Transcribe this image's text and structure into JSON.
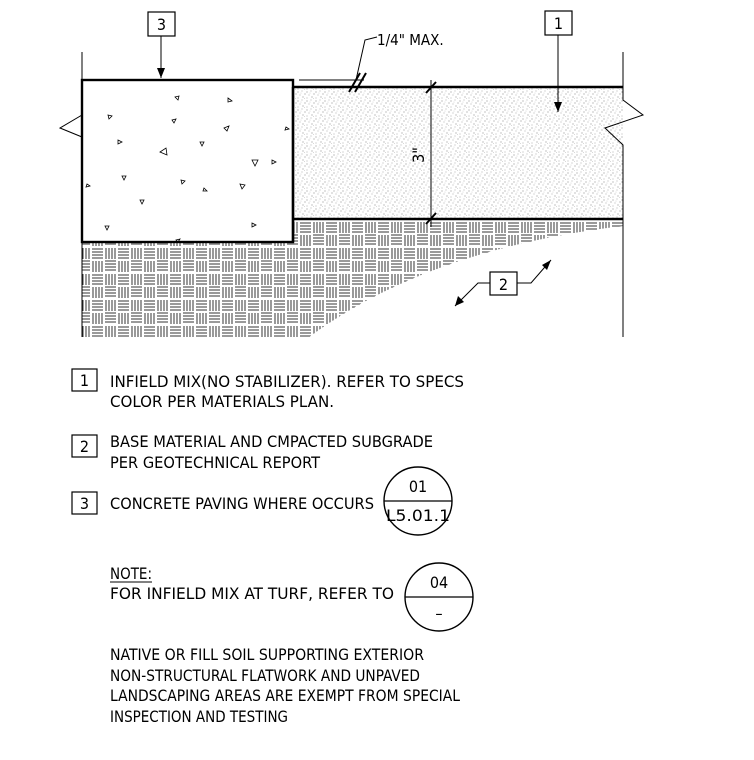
{
  "callouts": {
    "tag_1": "1",
    "tag_2": "2",
    "tag_3": "3"
  },
  "dimensions": {
    "joint_max_prefix": "1/4\"",
    "joint_max_suffix": " MAX.",
    "depth": "3\""
  },
  "legend": [
    {
      "tag": "1",
      "lines": [
        "INFIELD MIX(NO STABILIZER). REFER TO SPECS",
        "COLOR PER MATERIALS PLAN."
      ]
    },
    {
      "tag": "2",
      "lines": [
        "BASE MATERIAL AND CMPACTED SUBGRADE",
        "PER GEOTECHNICAL REPORT"
      ]
    },
    {
      "tag": "3",
      "lines": [
        "CONCRETE PAVING WHERE OCCURS"
      ]
    }
  ],
  "detail_ref_1": {
    "number": "01",
    "sheet": "L5.01.1"
  },
  "note": {
    "heading": "NOTE:",
    "text": "FOR INFIELD MIX AT TURF, REFER TO",
    "detail_number": "04",
    "detail_sheet": "–"
  },
  "exemption_lines": [
    "NATIVE OR FILL SOIL SUPPORTING EXTERIOR",
    "NON-STRUCTURAL FLATWORK AND UNPAVED",
    "LANDSCAPING AREAS ARE EXEMPT FROM SPECIAL",
    "INSPECTION AND TESTING"
  ]
}
